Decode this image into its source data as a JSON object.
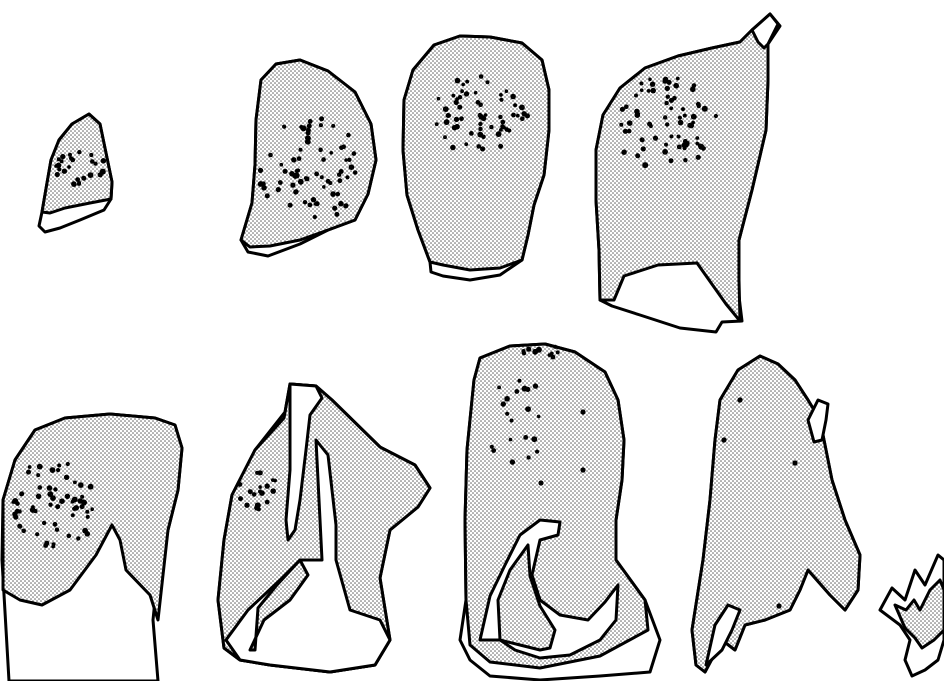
{
  "figure": {
    "background": "#ffffff",
    "ink_color": "#000000",
    "shading": "stipple",
    "sections": [
      {
        "id": "section-1",
        "row": 1,
        "lesion_density": "moderate"
      },
      {
        "id": "section-2",
        "row": 1,
        "lesion_density": "high"
      },
      {
        "id": "section-3",
        "row": 1,
        "lesion_density": "high"
      },
      {
        "id": "section-4",
        "row": 1,
        "lesion_density": "high"
      },
      {
        "id": "section-5",
        "row": 2,
        "lesion_density": "high"
      },
      {
        "id": "section-6",
        "row": 2,
        "lesion_density": "moderate"
      },
      {
        "id": "section-7",
        "row": 2,
        "lesion_density": "low"
      },
      {
        "id": "section-8",
        "row": 2,
        "lesion_density": "sparse"
      },
      {
        "id": "section-9",
        "row": 2,
        "lesion_density": "none"
      }
    ]
  }
}
